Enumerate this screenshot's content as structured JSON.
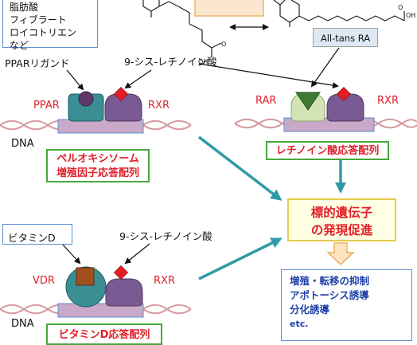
{
  "ligand_box": {
    "lines": [
      "脂肪酸",
      "フィブラート",
      "ロイコトリエン",
      "など"
    ]
  },
  "ppar_ligand_label": "PPARリガンド",
  "all_trans_label": "All-tans RA",
  "ligand_9cis_top": "9-シス-レチノイン酸",
  "ligand_9cis_bottom": "9-シス-レチノイン酸",
  "vitamin_d_label": "ビタミンD",
  "receptors": {
    "ppar": "PPAR",
    "rxr_top_left": "RXR",
    "rar": "RAR",
    "rxr_top_right": "RXR",
    "vdr": "VDR",
    "rxr_bottom": "RXR"
  },
  "dna_labels": {
    "top": "DNA",
    "bottom": "DNA"
  },
  "response_elements": {
    "ppar": [
      "ペルオキシソーム",
      "増殖因子応答配列"
    ],
    "rar": [
      "レチノイン酸応答配列"
    ],
    "vdr": [
      "ビタミンD応答配列"
    ]
  },
  "target_box": [
    "標的遺伝子",
    "の発現促進"
  ],
  "effects_box": [
    "増殖・転移の抑制",
    "アポトーシス誘導",
    "分化誘導",
    "etc."
  ],
  "colors": {
    "receptor_teal": "#3a8f94",
    "receptor_purple": "#7a5a92",
    "receptor_rar_green": "#d2e4b6",
    "ligand_diamond_red": "#e41e26",
    "vdr_ligand_brown": "#a0501f",
    "ppar_ligand_dark": "#5d3a6a",
    "rar_ligand_green": "#3c7a34",
    "arrow_teal": "#2f9aa8",
    "dna_strand": "#d69a9e",
    "response_box_border": "#47a83c",
    "target_box_border": "#e8cb4a",
    "target_box_fill": "#ffffe3",
    "effects_text": "#1f3fa8",
    "label_red": "#e0202a",
    "binding_site_fill": "#c9a8c8",
    "binding_site_border": "#5b8fd0",
    "down_arrow_fill": "#fde2c0",
    "down_arrow_border": "#e8a44a"
  }
}
